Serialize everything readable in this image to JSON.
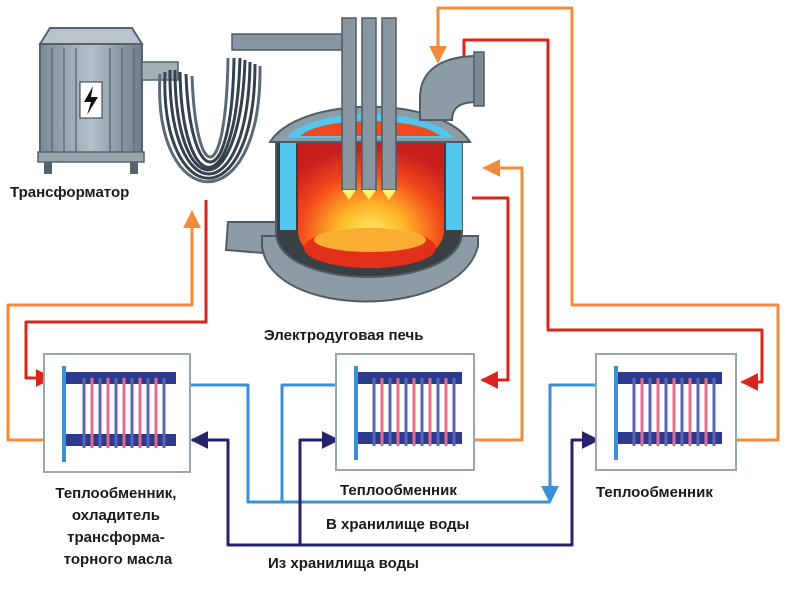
{
  "labels": {
    "transformer": "Трансформатор",
    "furnace": "Электродуговая печь",
    "hx_left_lines": [
      "Теплообменник,",
      "охладитель",
      "трансформа-",
      "торного масла"
    ],
    "hx_middle": "Теплообменник",
    "hx_right": "Теплообменник",
    "to_storage": "В хранилище воды",
    "from_storage": "Из хранилища воды"
  },
  "colors": {
    "hot_line": "#d9261c",
    "warm_line": "#f08a3c",
    "cool_line": "#3a8fd6",
    "cold_line": "#26226e",
    "equipment": "#8c9ba6",
    "refractory": "#53c6ef",
    "exchanger_plate": "#5b63b5"
  },
  "icons": [
    "lightning-bolt-icon"
  ]
}
